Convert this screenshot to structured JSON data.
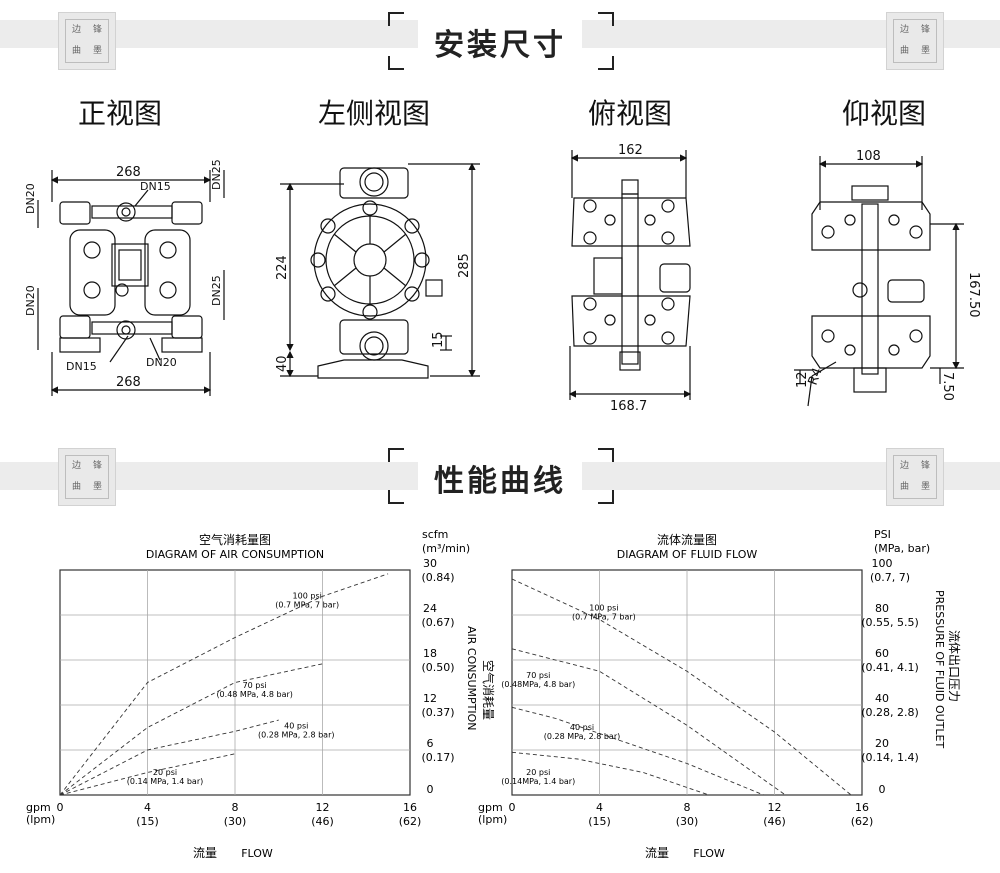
{
  "badges": {
    "chars": [
      "边",
      "锋",
      "曲",
      "墨"
    ]
  },
  "section1": {
    "title": "安装尺寸"
  },
  "section2": {
    "title": "性能曲线"
  },
  "views": {
    "front": {
      "title": "正视图",
      "dims": {
        "top_width": "268",
        "bottom_width": "268",
        "dn20_left_top": "DN20",
        "dn25_right_top": "DN25",
        "dn15_top": "DN15",
        "dn20_left_bottom": "DN20",
        "dn25_right_bottom": "DN25",
        "dn15_bottom": "DN15",
        "dn20_bottom": "DN20"
      }
    },
    "side": {
      "title": "左侧视图",
      "dims": {
        "h224": "224",
        "h285": "285",
        "h40": "40",
        "h15": "15"
      }
    },
    "top": {
      "title": "俯视图",
      "dims": {
        "w162": "162",
        "w1687": "168.7"
      }
    },
    "bottom": {
      "title": "仰视图",
      "dims": {
        "w108": "108",
        "h1675": "167.50",
        "h12": "12",
        "r4": "R4",
        "h750": "7.50"
      }
    }
  },
  "chart_data": [
    {
      "type": "line",
      "title": "空气消耗量图",
      "subtitle": "DIAGRAM OF AIR CONSUMPTION",
      "xlabel_cn": "流量",
      "xlabel": "FLOW",
      "x_unit_top": "gpm",
      "x_unit_bottom": "(lpm)",
      "x_ticks": [
        "0",
        "4",
        "8",
        "12",
        "16"
      ],
      "x_ticks_lpm": [
        "",
        "(15)",
        "(30)",
        "(46)",
        "(62)"
      ],
      "ylabel_cn": "空气消耗量",
      "ylabel": "AIR CONSUMPTION",
      "y_unit_top": "scfm",
      "y_unit_bottom": "(m³/min)",
      "y_ticks": [
        "0",
        "6",
        "12",
        "18",
        "24",
        "30"
      ],
      "y_ticks_alt": [
        "",
        "(0.17)",
        "(0.37)",
        "(0.50)",
        "(0.67)",
        "(0.84)"
      ],
      "xlim": [
        0,
        16
      ],
      "ylim": [
        0,
        30
      ],
      "grid": true,
      "series": [
        {
          "name": "100 psi",
          "sub": "(0.7 MPa, 7 bar)",
          "x": [
            0,
            4,
            8,
            12,
            15
          ],
          "y": [
            0,
            15,
            21,
            26.5,
            29.5
          ]
        },
        {
          "name": "70 psi",
          "sub": "(0.48 MPa, 4.8 bar)",
          "x": [
            0,
            4,
            8,
            12
          ],
          "y": [
            0,
            9,
            15,
            17.5
          ]
        },
        {
          "name": "40 psi",
          "sub": "(0.28 MPa, 2.8 bar)",
          "x": [
            0,
            4,
            8,
            10
          ],
          "y": [
            0,
            6,
            8.5,
            10
          ]
        },
        {
          "name": "20 psi",
          "sub": "(0.14 MPa, 1.4 bar)",
          "x": [
            0,
            4,
            8
          ],
          "y": [
            0,
            3,
            5.5
          ]
        }
      ],
      "label_points": [
        [
          11.3,
          26.2
        ],
        [
          8.9,
          14.3
        ],
        [
          10.8,
          8.9
        ],
        [
          4.8,
          2.7
        ]
      ]
    },
    {
      "type": "line",
      "title": "流体流量图",
      "subtitle": "DIAGRAM OF FLUID FLOW",
      "xlabel_cn": "流量",
      "xlabel": "FLOW",
      "x_unit_top": "gpm",
      "x_unit_bottom": "(lpm)",
      "x_ticks": [
        "0",
        "4",
        "8",
        "12",
        "16"
      ],
      "x_ticks_lpm": [
        "",
        "(15)",
        "(30)",
        "(46)",
        "(62)"
      ],
      "ylabel_cn": "流体出口压力",
      "ylabel": "PRESSURE OF FLUID OUTLET",
      "y_unit_top": "PSI",
      "y_unit_bottom": "(MPa, bar)",
      "y_ticks": [
        "0",
        "20",
        "40",
        "60",
        "80",
        "100"
      ],
      "y_ticks_alt": [
        "",
        "(0.14, 1.4)",
        "(0.28, 2.8)",
        "(0.41, 4.1)",
        "(0.55, 5.5)",
        "(0.7, 7)"
      ],
      "xlim": [
        0,
        16
      ],
      "ylim": [
        0,
        100
      ],
      "grid": true,
      "series": [
        {
          "name": "100 psi",
          "sub": "(0.7 MPa, 7 bar)",
          "x": [
            0,
            4,
            8,
            12,
            15.5
          ],
          "y": [
            96,
            78,
            55,
            28,
            0
          ]
        },
        {
          "name": "70 psi",
          "sub": "(0.48MPa, 4.8 bar)",
          "x": [
            0,
            4,
            8,
            12.5
          ],
          "y": [
            65,
            55,
            31,
            0
          ]
        },
        {
          "name": "40 psi",
          "sub": "(0.28 MPa, 2.8 bar)",
          "x": [
            0,
            2,
            5,
            8,
            11.5
          ],
          "y": [
            39,
            34,
            24,
            14,
            0
          ]
        },
        {
          "name": "20 psi",
          "sub": "(0.14MPa, 1.4 bar)",
          "x": [
            0,
            3,
            6,
            9
          ],
          "y": [
            19,
            16,
            10,
            0
          ]
        }
      ],
      "label_points": [
        [
          4.2,
          82
        ],
        [
          1.2,
          52
        ],
        [
          3.2,
          29
        ],
        [
          1.2,
          9
        ]
      ]
    }
  ]
}
